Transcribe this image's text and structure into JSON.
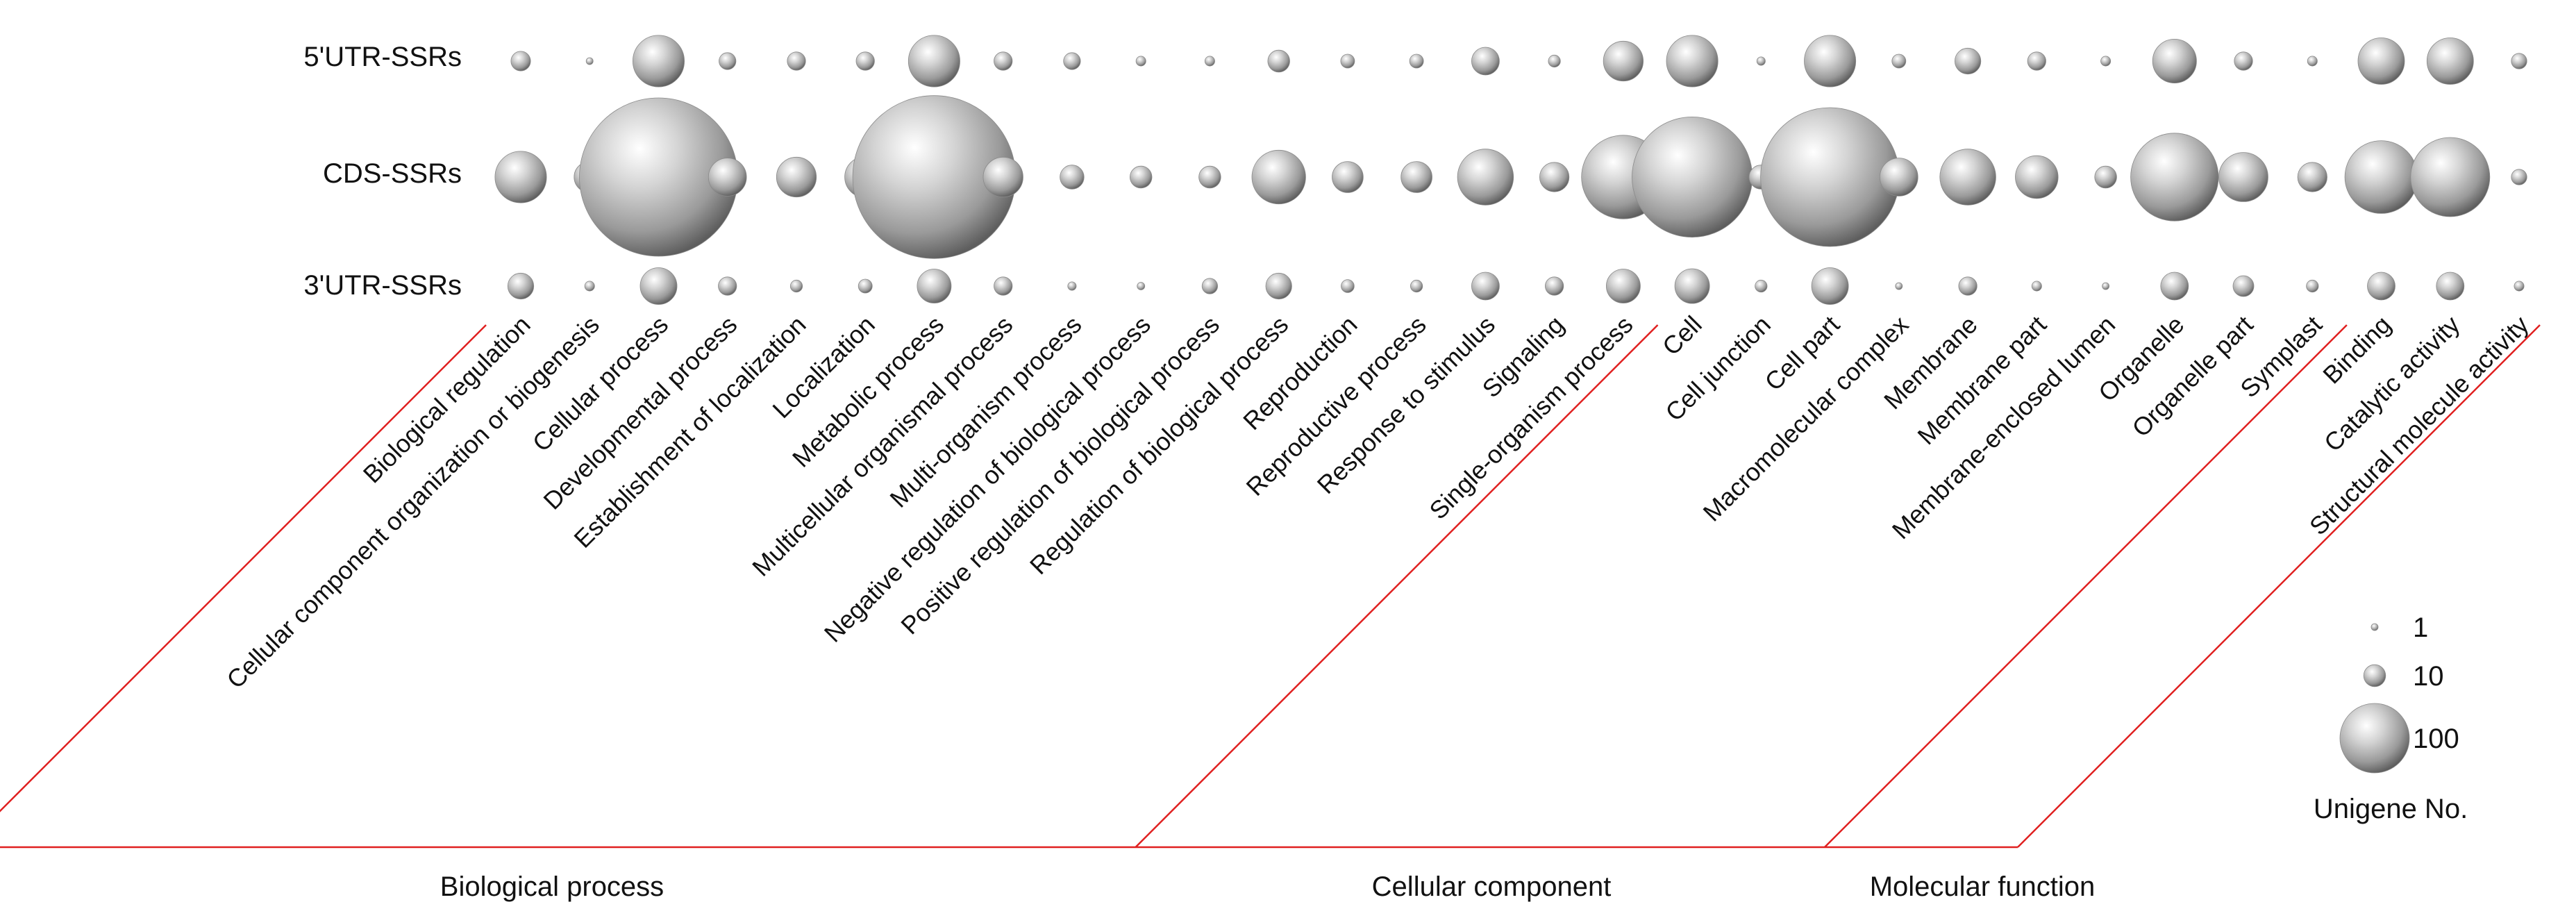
{
  "chart_data": {
    "type": "bubble",
    "title": "",
    "rows": [
      "5'UTR-SSRs",
      "CDS-SSRs",
      "3'UTR-SSRs"
    ],
    "categories": [
      "Biological regulation",
      "Cellular component organization or biogenesis",
      "Cellular process",
      "Developmental process",
      "Establishment of localization",
      "Localization",
      "Metabolic process",
      "Multicellular organismal process",
      "Multi-organism process",
      "Negative regulation of biological process",
      "Positive regulation of biological process",
      "Regulation of biological process",
      "Reproduction",
      "Reproductive process",
      "Response to stimulus",
      "Signaling",
      "Single-organism process",
      "Cell",
      "Cell junction",
      "Cell part",
      "Macromolecular complex",
      "Membrane",
      "Membrane part",
      "Membrane-enclosed lumen",
      "Organelle",
      "Organelle part",
      "Symplast",
      "Binding",
      "Catalytic activity",
      "Structural molecule activity"
    ],
    "groups": [
      {
        "name": "Biological process",
        "start": 0,
        "end": 16
      },
      {
        "name": "Cellular component",
        "start": 17,
        "end": 26
      },
      {
        "name": "Molecular function",
        "start": 27,
        "end": 29
      }
    ],
    "series": [
      {
        "name": "5'UTR-SSRs",
        "values": [
          8,
          1,
          55,
          6,
          7,
          7,
          55,
          7,
          6,
          2,
          2,
          10,
          4,
          4,
          16,
          3,
          33,
          55,
          1.5,
          55,
          4,
          14,
          7,
          2,
          40,
          7,
          2,
          45,
          45,
          5
        ]
      },
      {
        "name": "CDS-SSRs",
        "values": [
          55,
          20,
          520,
          30,
          33,
          35,
          550,
          33,
          12,
          10,
          10,
          60,
          20,
          20,
          65,
          18,
          145,
          300,
          12,
          400,
          30,
          65,
          38,
          10,
          160,
          50,
          18,
          110,
          130,
          5
        ]
      },
      {
        "name": "3'UTR-SSRs",
        "values": [
          14,
          2,
          28,
          7,
          3,
          4,
          24,
          7,
          1.5,
          1.2,
          5,
          14,
          3.5,
          3,
          16,
          7,
          24,
          25,
          3,
          28,
          1,
          7,
          2,
          1,
          16,
          9,
          3,
          16,
          16,
          2
        ]
      }
    ],
    "size_legend": {
      "title": "Unigene No.",
      "values": [
        1,
        10,
        100
      ],
      "labels": [
        "1",
        "10",
        "100"
      ]
    },
    "colors": {
      "bubble": "#b0b0b0",
      "highlight": "#ffffff",
      "dark": "#5e5e5e",
      "group_lines": "#e02020"
    }
  }
}
